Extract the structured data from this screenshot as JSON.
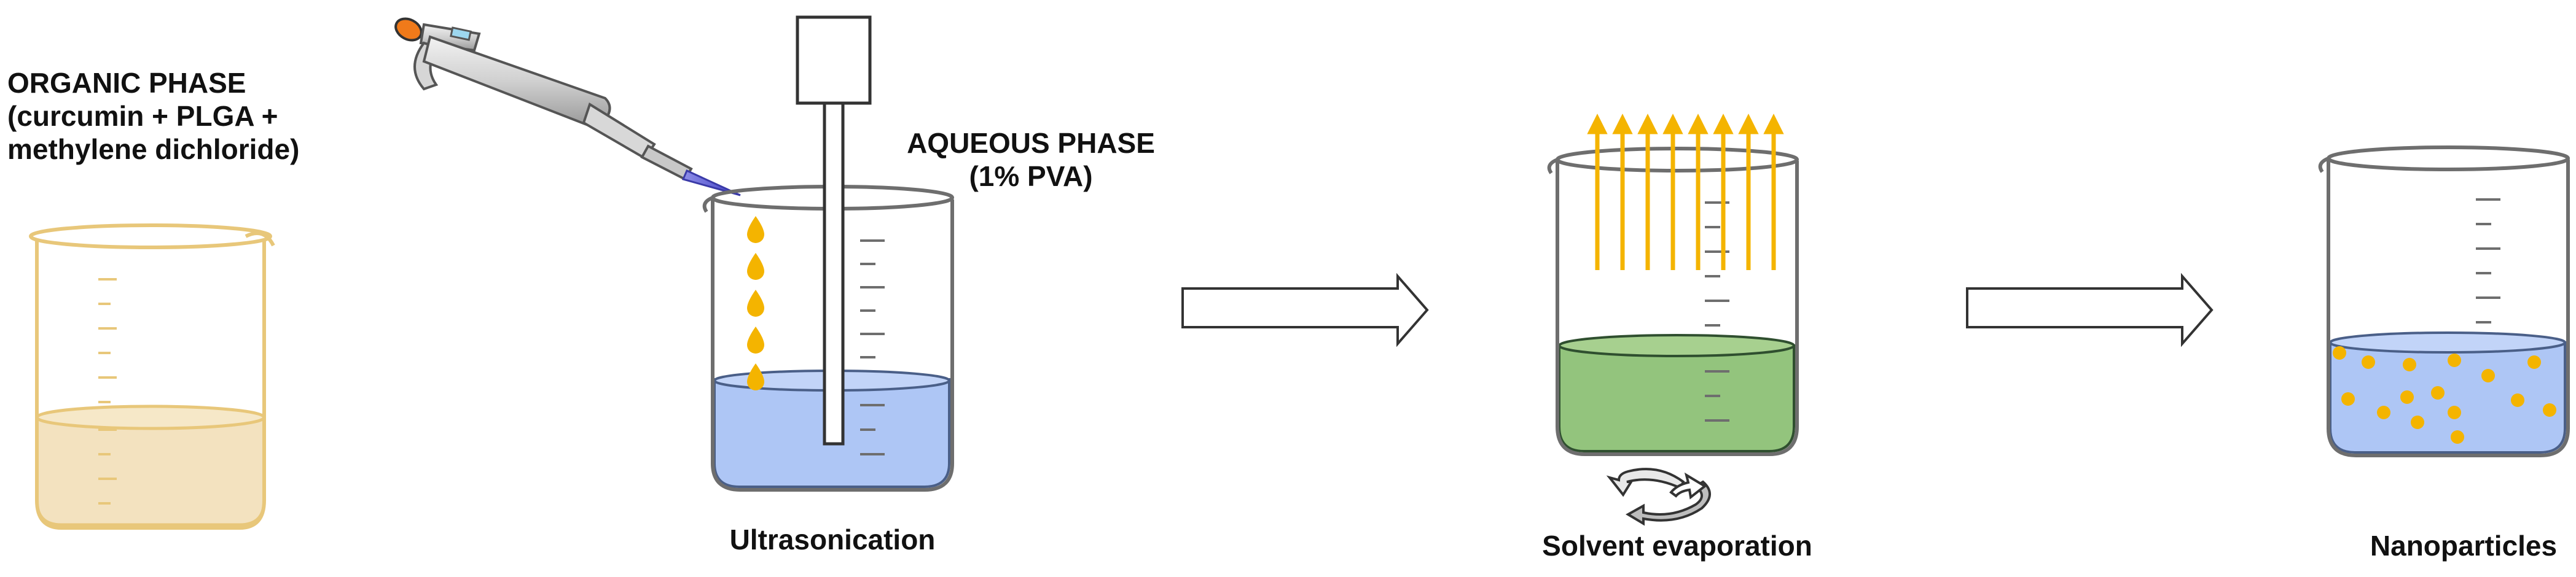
{
  "organic_phase": {
    "line1": "ORGANIC PHASE",
    "line2": "(curcumin + PLGA +",
    "line3": "methylene dichloride)"
  },
  "aqueous_phase": {
    "line1": "AQUEOUS PHASE",
    "line2": "(1% PVA)"
  },
  "steps": {
    "ultrasonication": "Ultrasonication",
    "solvent_evaporation": "Solvent evaporation",
    "nanoparticles": "Nanoparticles"
  },
  "colors": {
    "organic_liquid": "#f3e2bf",
    "organic_outline": "#e8c77a",
    "aqueous_liquid": "#aec6f5",
    "evaporation_liquid": "#93c47d",
    "droplet": "#f4b400",
    "vapor_arrow": "#f4b400",
    "beaker_outline": "#7a7a7a",
    "pipette_tip": "#5b5bd6",
    "pipette_button": "#f07a1a"
  },
  "icons": {
    "pipette": "pipette-icon",
    "sonicator": "sonicator-probe-icon",
    "rotation": "rotation-arrows-icon",
    "process_arrow": "process-arrow-icon"
  }
}
